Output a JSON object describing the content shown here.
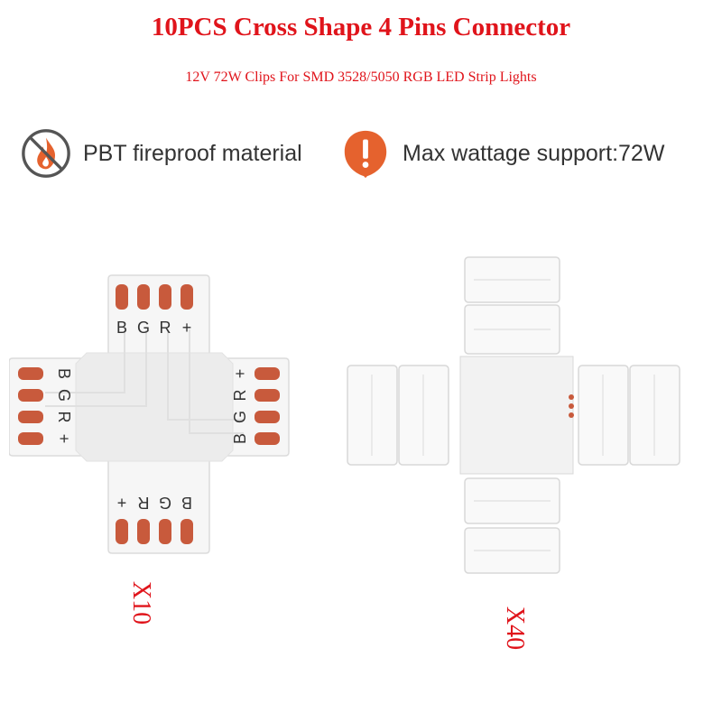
{
  "title": "10PCS Cross Shape 4 Pins Connector",
  "subtitle": "12V 72W Clips For SMD 3528/5050 RGB LED  Strip Lights",
  "features": [
    {
      "icon": "no-fire-icon",
      "label": "PBT fireproof material"
    },
    {
      "icon": "alert-drop-icon",
      "label": "Max wattage support:72W"
    }
  ],
  "board": {
    "top_pins": [
      "B",
      "G",
      "R",
      "+"
    ],
    "side_pins": [
      "B",
      "G",
      "R",
      "+"
    ]
  },
  "quantities": {
    "board": "X10",
    "connector": "X40"
  },
  "colors": {
    "accent": "#e0141b",
    "icon_orange": "#e5622e",
    "pad": "#c85a3c"
  }
}
